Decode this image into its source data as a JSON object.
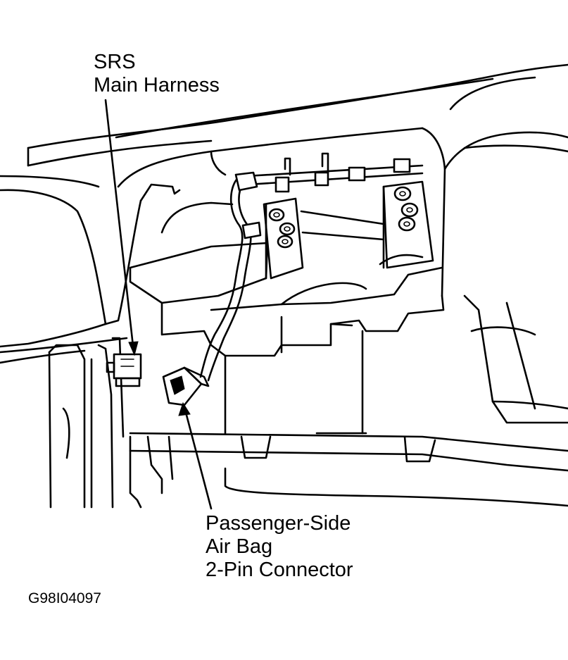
{
  "callouts": {
    "srs_harness": {
      "line1": "SRS",
      "line2": "Main Harness"
    },
    "passenger_connector": {
      "line1": "Passenger-Side",
      "line2": "Air Bag",
      "line3": "2-Pin Connector"
    }
  },
  "figure_code": "G98I04097",
  "colors": {
    "ink": "#000000",
    "paper": "#ffffff"
  }
}
